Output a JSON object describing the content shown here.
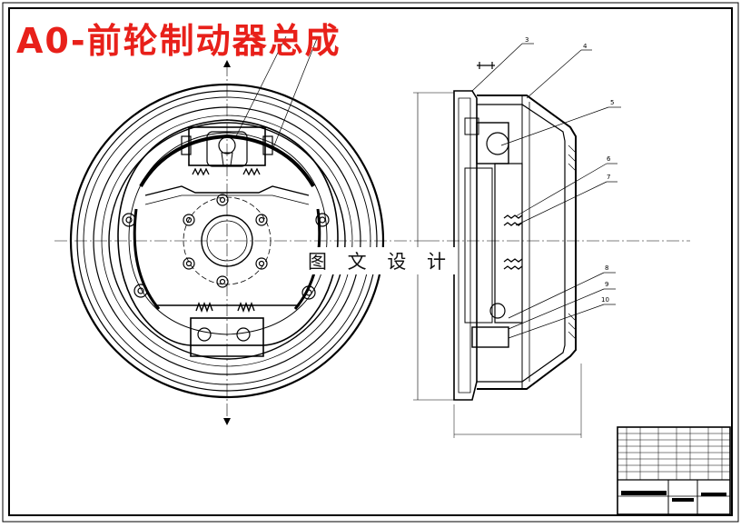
{
  "drawing": {
    "title": "A0-前轮制动器总成",
    "watermark": "图 文 设 计",
    "title_color": "#e8201a"
  },
  "callouts": [
    "3",
    "4",
    "5",
    "6",
    "7",
    "8",
    "9",
    "10"
  ]
}
